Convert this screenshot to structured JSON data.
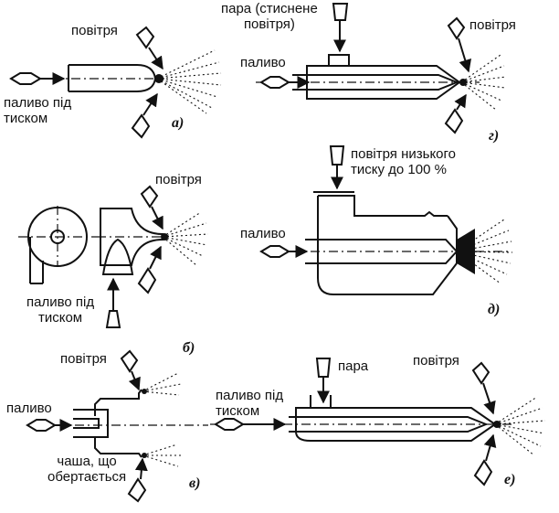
{
  "panels": {
    "a": {
      "label": "а)",
      "air": "повітря",
      "fuel": "паливо під\nтиском"
    },
    "b": {
      "label": "б)",
      "air": "повітря",
      "fuel": "паливо під\nтиском"
    },
    "c": {
      "label": "в)",
      "air": "повітря",
      "fuel": "паливо",
      "cup": "чаша, що\nобертається"
    },
    "d": {
      "label": "г)",
      "steam": "пара (стиснене\nповітря)",
      "air": "повітря",
      "fuel": "паливо"
    },
    "e": {
      "label": "д)",
      "air": "повітря низького\nтиску до 100 %",
      "fuel": "паливо"
    },
    "f": {
      "label": "е)",
      "steam": "пара",
      "air": "повітря",
      "fuel": "паливо під\nтиском"
    }
  }
}
